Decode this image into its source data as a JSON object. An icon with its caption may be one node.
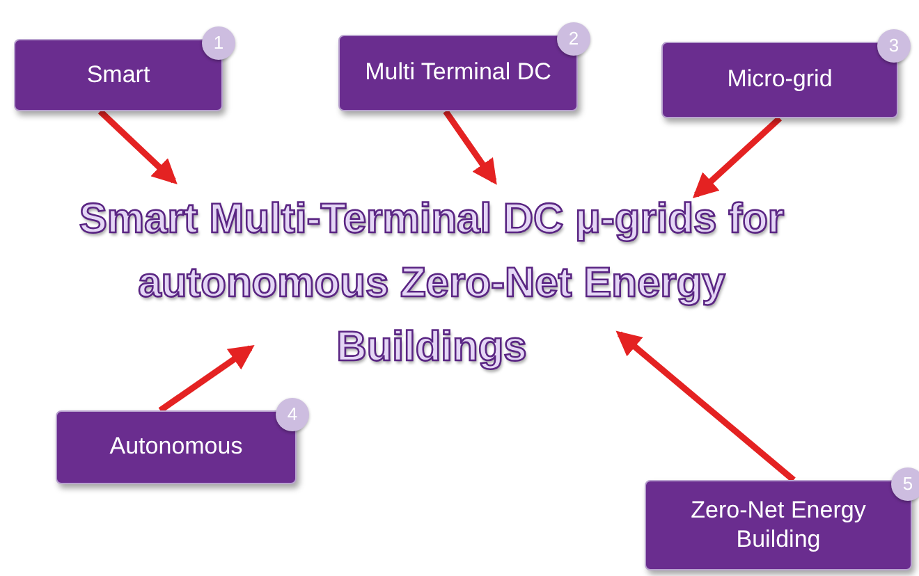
{
  "diagram": {
    "nodes": [
      {
        "text": [
          "1",
          "Smart"
        ]
      },
      {
        "text": [
          "2",
          "Multi Terminal DC"
        ]
      },
      {
        "text": [
          "3",
          "Micro-grid"
        ]
      },
      {
        "text": [
          "Smart Multi-Terminal DC μ-grids for autonomous Zero-Net Energy Buildings"
        ]
      },
      {
        "text": [
          "4",
          "Autonomous"
        ]
      },
      {
        "text": [
          "5",
          "Zero-Net Energy Building"
        ]
      }
    ],
    "edges": [
      {
        "from": 0,
        "to": 3,
        "arrow": "to"
      },
      {
        "from": 1,
        "to": 3,
        "arrow": "to"
      },
      {
        "from": 2,
        "to": 3,
        "arrow": "to"
      },
      {
        "from": 4,
        "to": 3,
        "arrow": "to"
      },
      {
        "from": 5,
        "to": 3,
        "arrow": "to"
      }
    ]
  }
}
